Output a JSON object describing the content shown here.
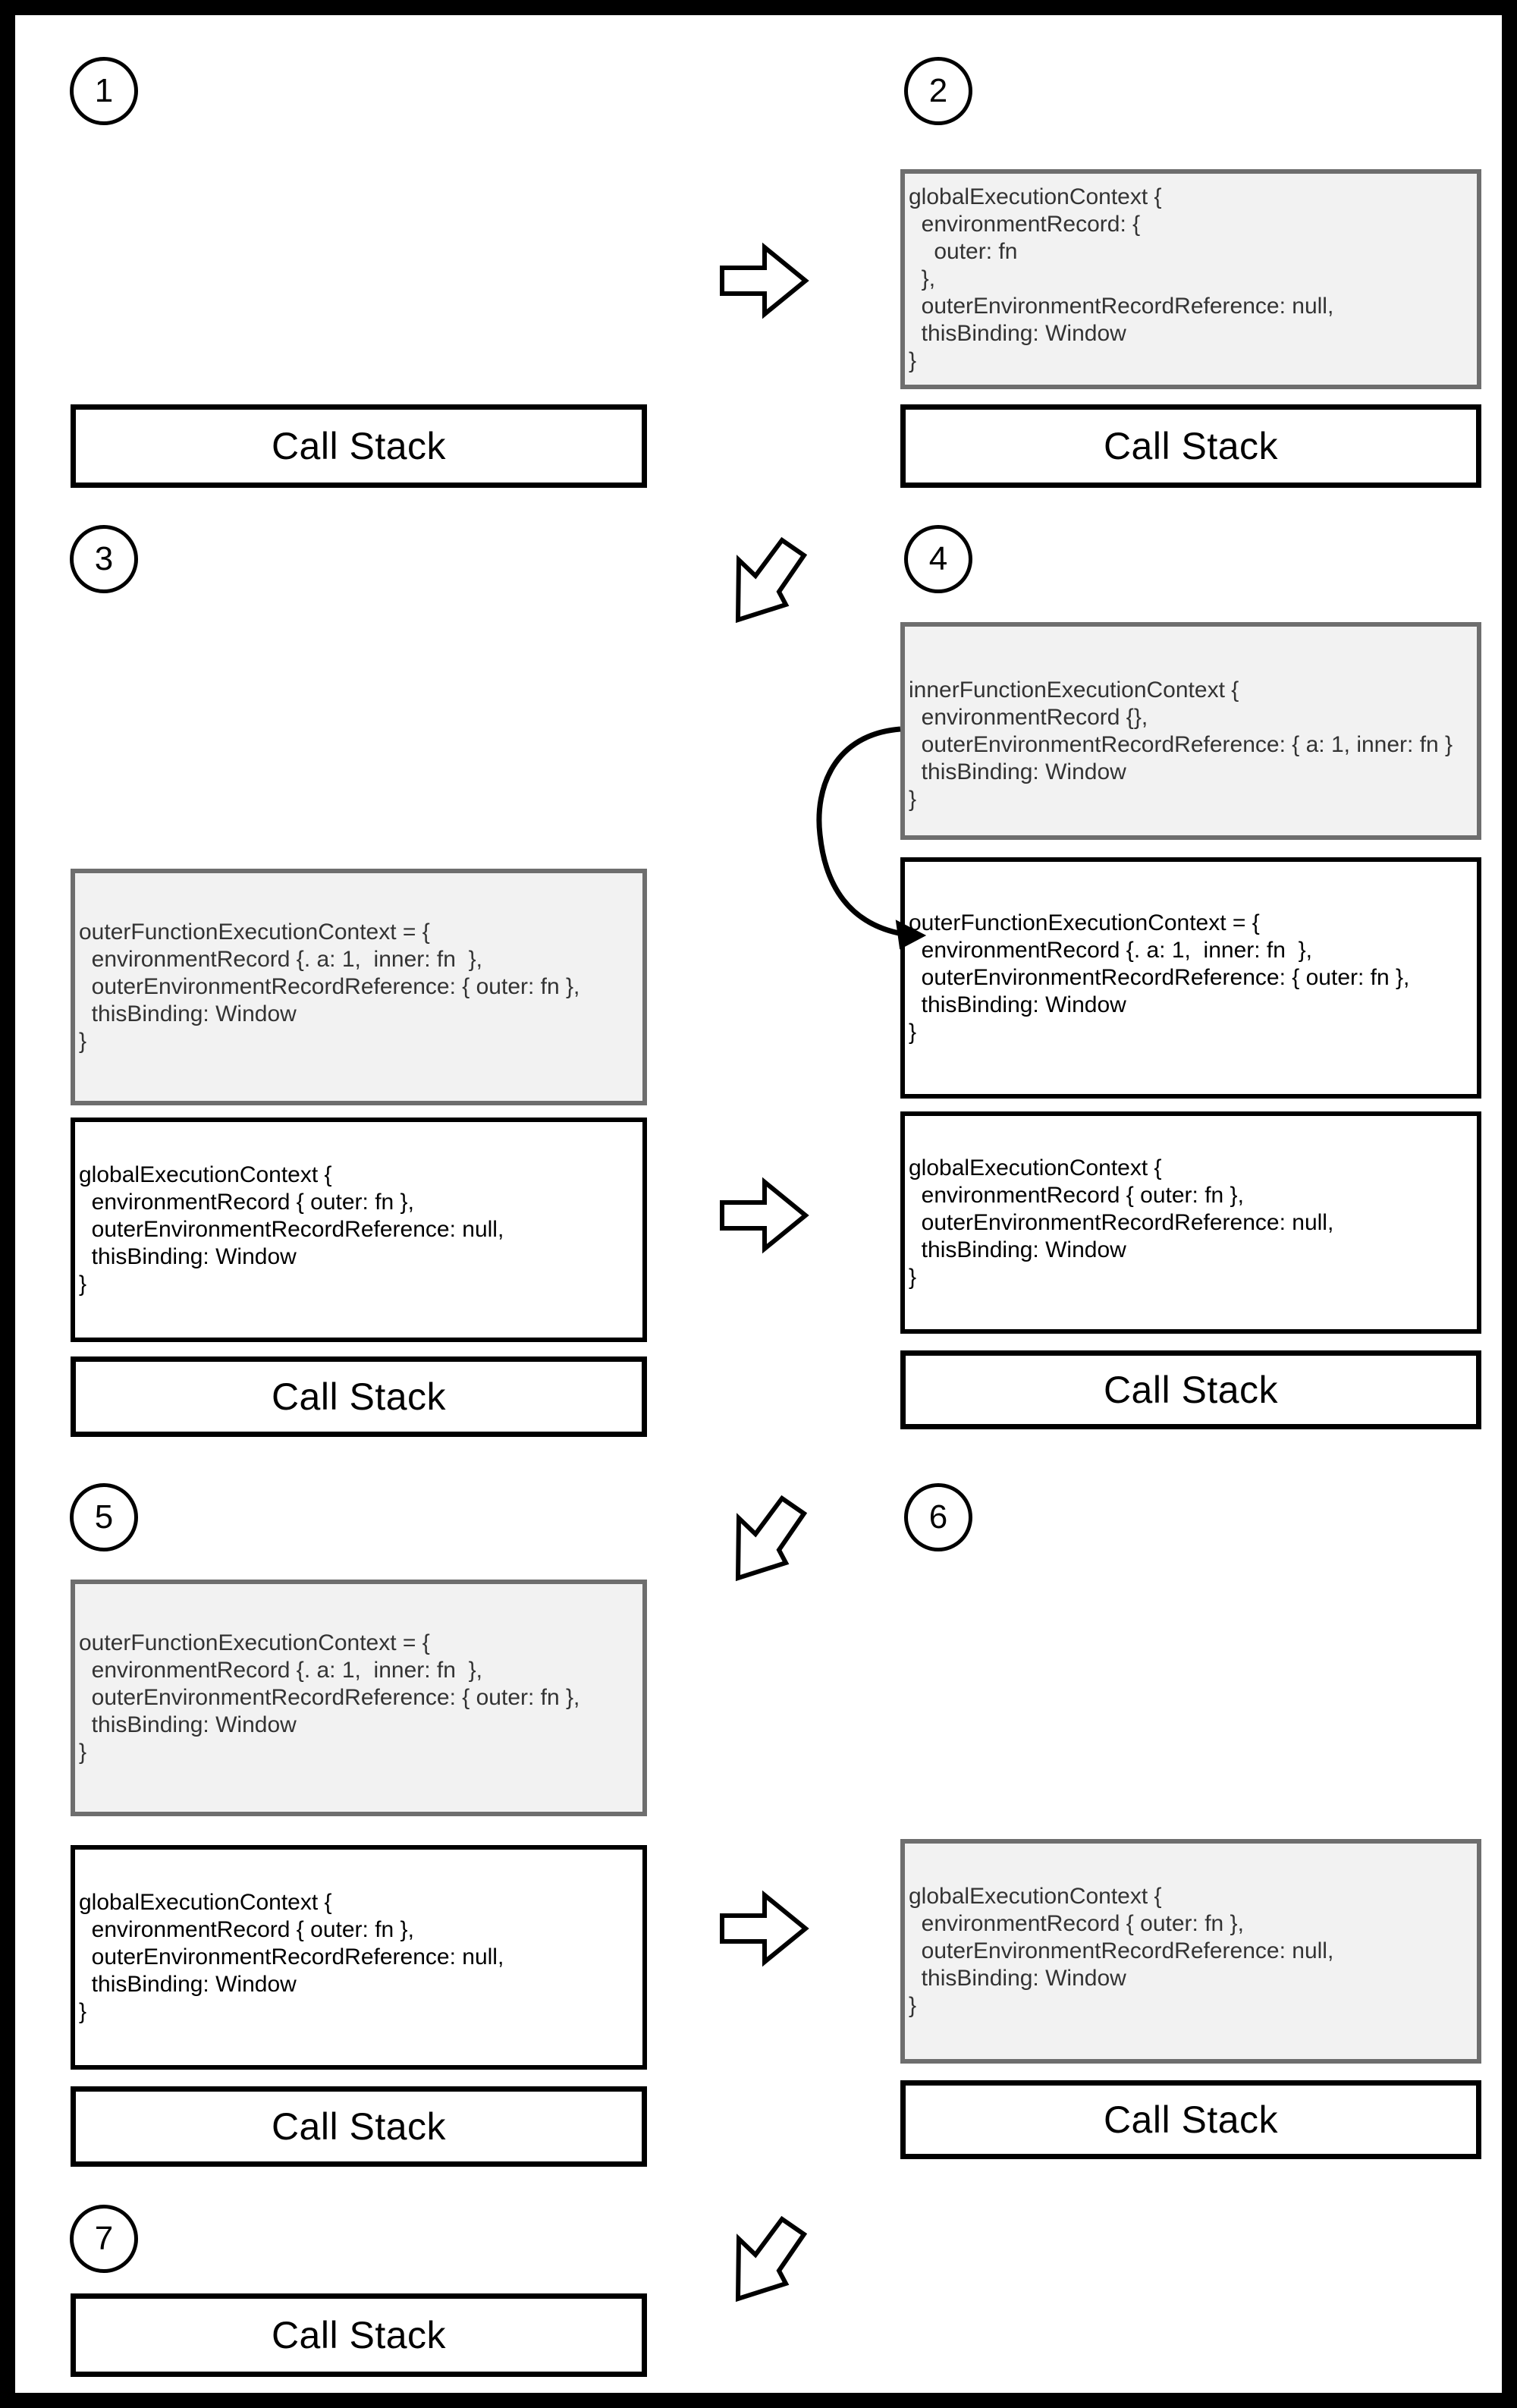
{
  "labels": {
    "call_stack": "Call Stack"
  },
  "steps": [
    "1",
    "2",
    "3",
    "4",
    "5",
    "6",
    "7"
  ],
  "code_blocks": {
    "global_full": [
      "globalExecutionContext {",
      "  environmentRecord: {",
      "    outer: fn",
      "  },",
      "  outerEnvironmentRecordReference: null,",
      "  thisBinding: Window",
      "}"
    ],
    "inner_fn": [
      "innerFunctionExecutionContext {",
      "  environmentRecord {},",
      "  outerEnvironmentRecordReference: { a: 1, inner: fn }",
      "  thisBinding: Window",
      "}"
    ],
    "outer_fn": [
      "outerFunctionExecutionContext = {",
      "  environmentRecord {. a: 1,  inner: fn  },",
      "  outerEnvironmentRecordReference: { outer: fn },",
      "  thisBinding: Window",
      "}"
    ],
    "global_short": [
      "globalExecutionContext {",
      "  environmentRecord { outer: fn },",
      "  outerEnvironmentRecordReference: null,",
      "  thisBinding: Window",
      "}"
    ]
  },
  "icons": {
    "arrow_right": "block-arrow-pointing-right",
    "arrow_down_left": "block-arrow-pointing-down-left",
    "curved_arrow": "curved-reference-arrow"
  },
  "colors": {
    "context_box_gray_border": "#6e6e6e",
    "context_box_gray_fill": "#f2f2f2",
    "context_box_black_border": "#000000",
    "code_text_gray_box": "#333333",
    "code_text_white_box": "#000000",
    "frame": "#000000",
    "background": "#ffffff"
  }
}
